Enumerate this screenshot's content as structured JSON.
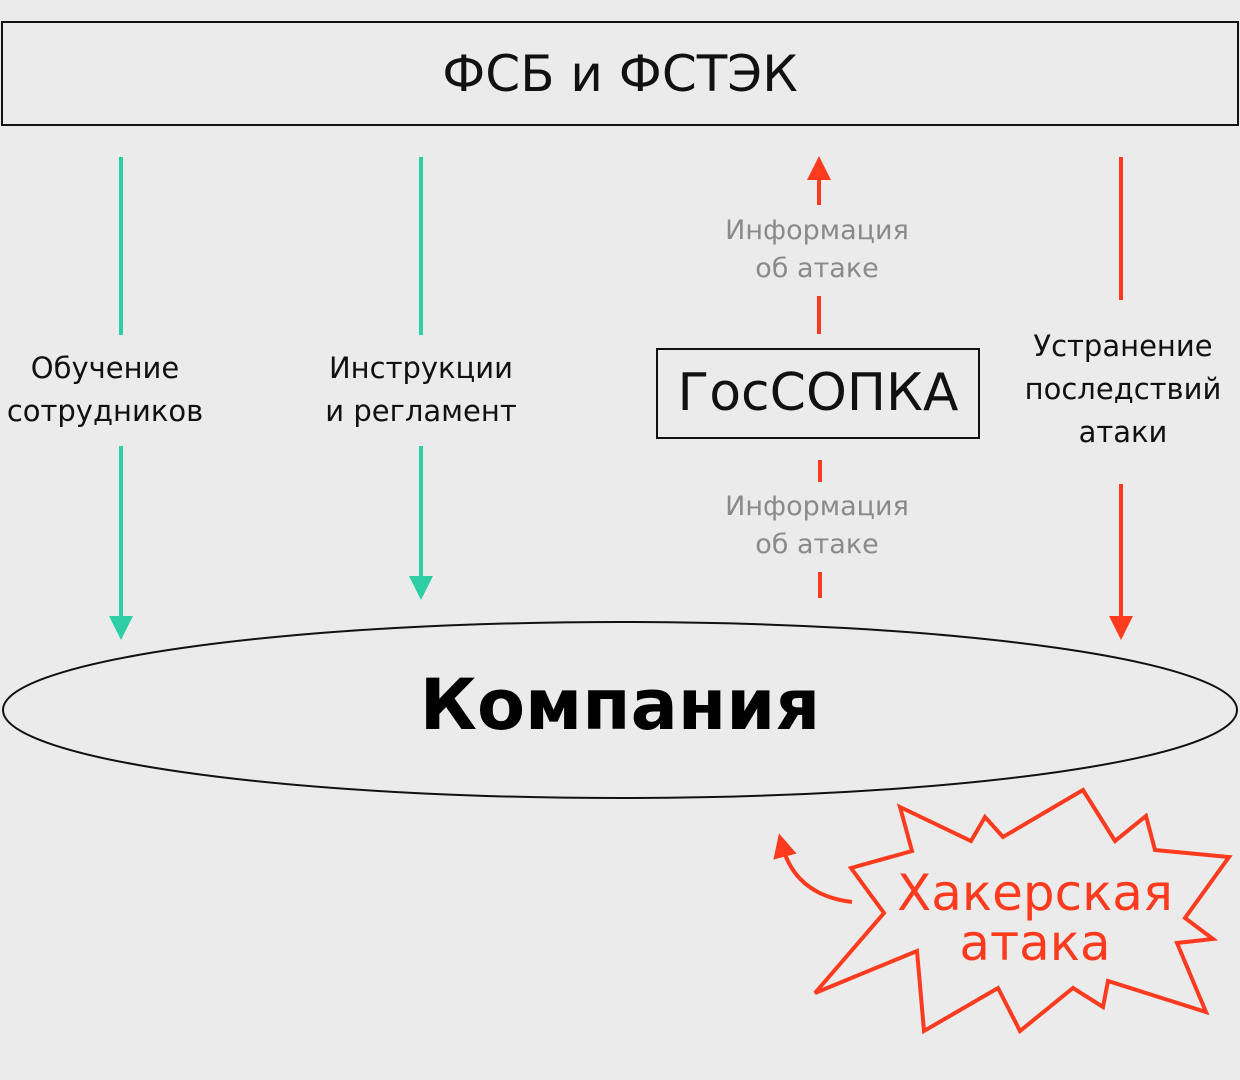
{
  "top_box": {
    "label": "ФСБ и ФСТЭК"
  },
  "left_arrow": {
    "label": "Обучение\nсотрудников"
  },
  "middle_arrow": {
    "label": "Инструкции\nи регламент"
  },
  "gossopka": {
    "label": "ГосСОПКА",
    "info_up": "Информация\nоб атаке",
    "info_down": "Информация\nоб атаке"
  },
  "right_arrow": {
    "label": "Устранение\nпоследствий\nатаки"
  },
  "company": {
    "label": "Компания"
  },
  "attack": {
    "label": "Хакерская\nатака"
  },
  "colors": {
    "teal": "#2ecfa6",
    "red": "#ff3b1f",
    "gray_text": "#8a8a8a"
  }
}
